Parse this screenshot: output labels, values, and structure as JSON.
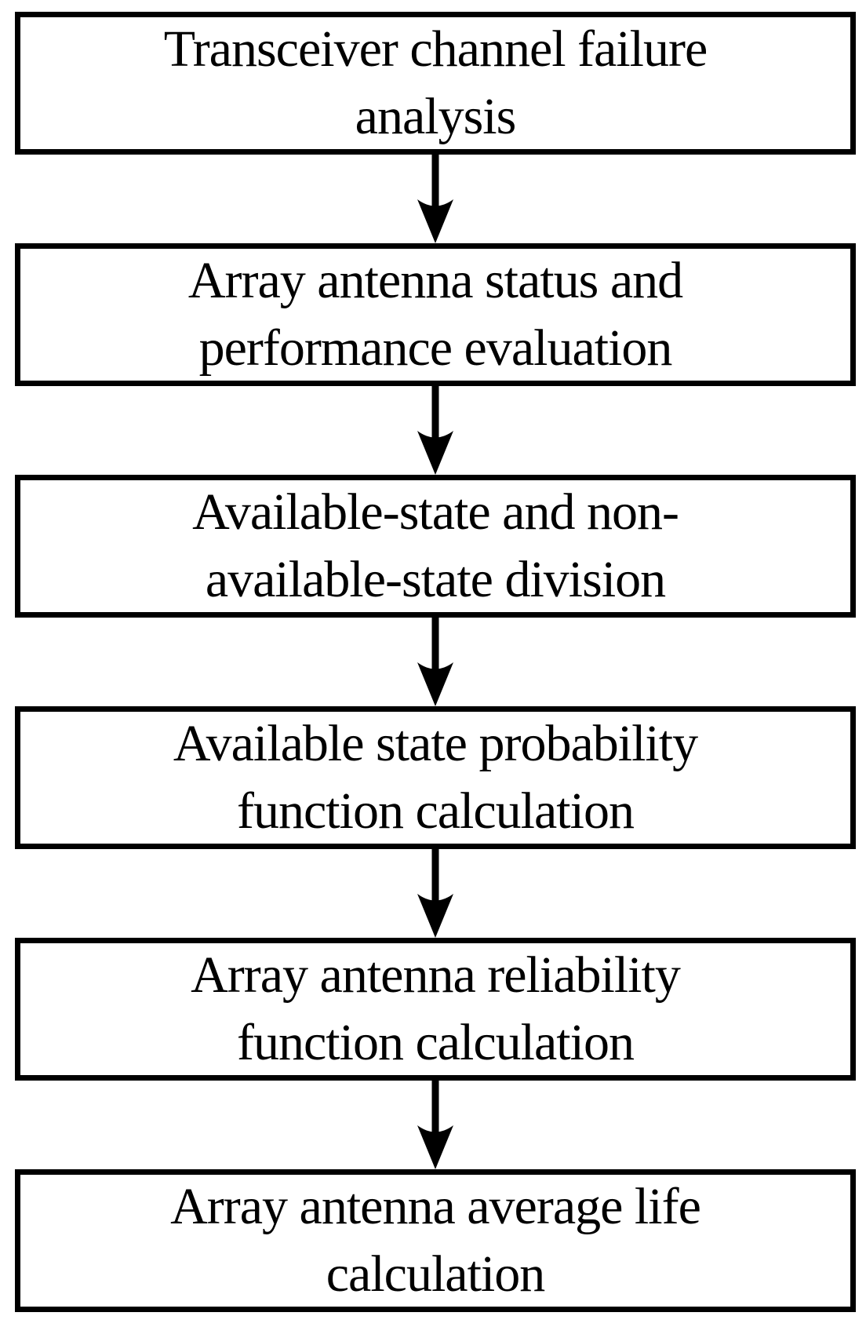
{
  "colors": {
    "foreground": "#000000",
    "background": "#ffffff"
  },
  "flowchart": {
    "direction": "top-down",
    "connector_icon": "arrow-down-icon",
    "steps": [
      {
        "label": "Transceiver channel failure analysis",
        "lines": [
          "Transceiver channel failure",
          "analysis"
        ]
      },
      {
        "label": "Array antenna status and performance evaluation",
        "lines": [
          "Array antenna status and",
          "performance evaluation"
        ]
      },
      {
        "label": "Available-state and non-available-state division",
        "lines": [
          "Available-state and non-",
          "available-state division"
        ]
      },
      {
        "label": "Available state probability function calculation",
        "lines": [
          "Available state probability",
          "function calculation"
        ]
      },
      {
        "label": "Array antenna reliability function calculation",
        "lines": [
          "Array antenna reliability",
          "function calculation"
        ]
      },
      {
        "label": "Array antenna average life calculation",
        "lines": [
          "Array antenna average life",
          "calculation"
        ]
      }
    ]
  }
}
